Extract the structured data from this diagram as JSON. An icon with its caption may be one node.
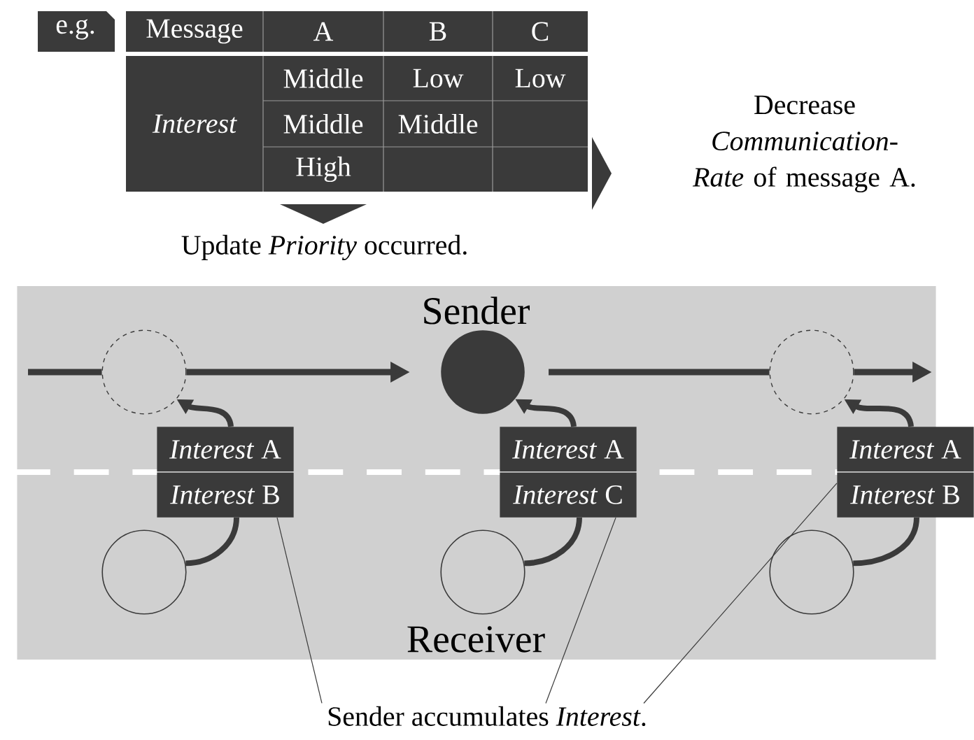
{
  "diagram": {
    "nodes": [
      {
        "text": [
          "Sender",
          "Receiver"
        ]
      },
      {
        "text": [],
        "shape": "circle",
        "in": 0
      },
      {
        "text": [],
        "shape": "circle",
        "in": 0
      },
      {
        "text": [],
        "shape": "circle",
        "in": 0
      },
      {
        "text": [
          "*Interest* A",
          "*Interest* B"
        ],
        "in": 0
      },
      {
        "text": [
          "*Interest* A",
          "*Interest* C"
        ],
        "in": 0
      },
      {
        "text": [
          "*Interest* A",
          "*Interest* B"
        ]
      },
      {
        "text": [],
        "shape": "circle",
        "in": 0
      },
      {
        "text": [],
        "shape": "circle",
        "in": 0
      },
      {
        "text": [],
        "shape": "circle",
        "in": 0
      },
      {
        "text": [
          "Sender accumulates *Interest*."
        ]
      }
    ],
    "edges": [
      {
        "from": null,
        "to": 1,
        "arrow": "none"
      },
      {
        "from": 1,
        "to": 2,
        "arrow": "to"
      },
      {
        "from": 2,
        "to": 3,
        "arrow": "none"
      },
      {
        "from": 3,
        "to": null,
        "arrow": "to"
      },
      {
        "from": 7,
        "to": 4,
        "arrow": "none"
      },
      {
        "from": 4,
        "to": 1,
        "arrow": "to"
      },
      {
        "from": 8,
        "to": 5,
        "arrow": "none"
      },
      {
        "from": 5,
        "to": 2,
        "arrow": "to"
      },
      {
        "from": 9,
        "to": 6,
        "arrow": "none"
      },
      {
        "from": 6,
        "to": 3,
        "arrow": "to"
      },
      {
        "from": 10,
        "to": 4,
        "arrow": "none"
      },
      {
        "from": 10,
        "to": 5,
        "arrow": "none"
      },
      {
        "from": 10,
        "to": 6,
        "arrow": "none"
      }
    ],
    "labels": [
      "e.g.",
      "Message",
      "A",
      "B",
      "C",
      "Interest",
      "Middle",
      "Low",
      "Low",
      "Middle",
      "Middle",
      "High",
      "Update *Priority* occurred.",
      "Decrease *Communication-Rate* of message A."
    ]
  }
}
